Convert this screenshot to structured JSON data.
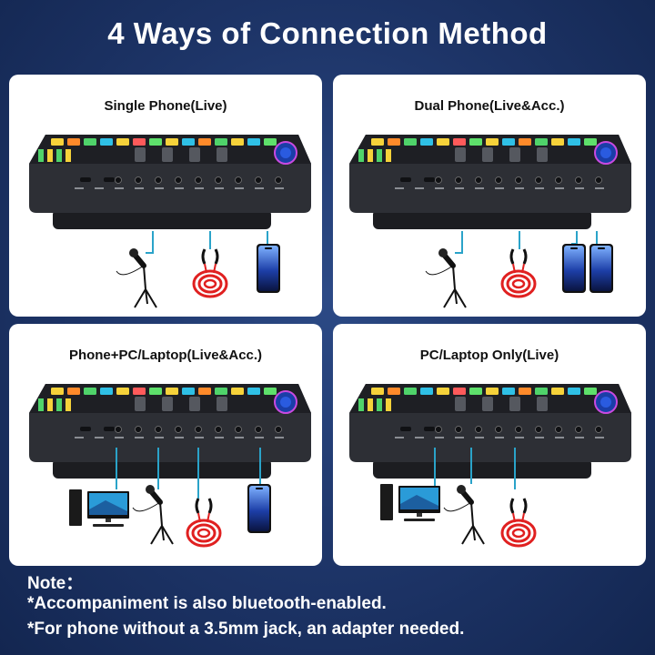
{
  "title": "4 Ways of Connection Method",
  "panels": [
    {
      "title": "Single Phone(Live)"
    },
    {
      "title": "Dual Phone(Live&Acc.)"
    },
    {
      "title": "Phone+PC/Laptop(Live&Acc.)"
    },
    {
      "title": "PC/Laptop Only(Live)"
    }
  ],
  "notes": {
    "heading": "Note：",
    "line1": "*Accompaniment is also bluetooth-enabled.",
    "line2": "*For phone without a 3.5mm jack, an adapter needed."
  },
  "colors": {
    "background": "#1d3467",
    "cable": "#2aa3c9",
    "red_cable": "#e02020",
    "device_body": "#2a2c31"
  }
}
